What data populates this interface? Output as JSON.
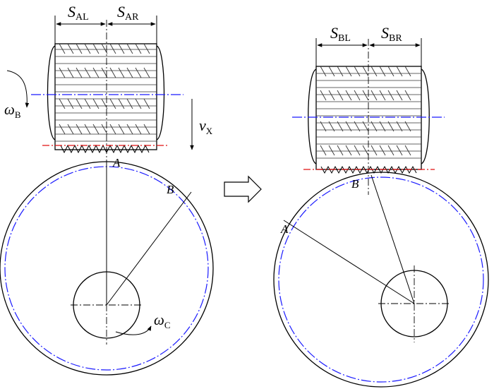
{
  "left_view": {
    "dim_left": {
      "main": "S",
      "sub": "AL"
    },
    "dim_right": {
      "main": "S",
      "sub": "AR"
    },
    "omega_b": {
      "main": "ω",
      "sub": "B"
    },
    "v_x": {
      "main": "v",
      "sub": "X"
    },
    "point_a": "A",
    "point_b": "B",
    "omega_c": {
      "main": "ω",
      "sub": "C"
    }
  },
  "right_view": {
    "dim_left": {
      "main": "S",
      "sub": "BL"
    },
    "dim_right": {
      "main": "S",
      "sub": "BR"
    },
    "point_a": "A",
    "point_b": "B"
  },
  "colors": {
    "axis_line": "#1a1aff",
    "contact_line": "#e01010",
    "outline": "#000000"
  }
}
